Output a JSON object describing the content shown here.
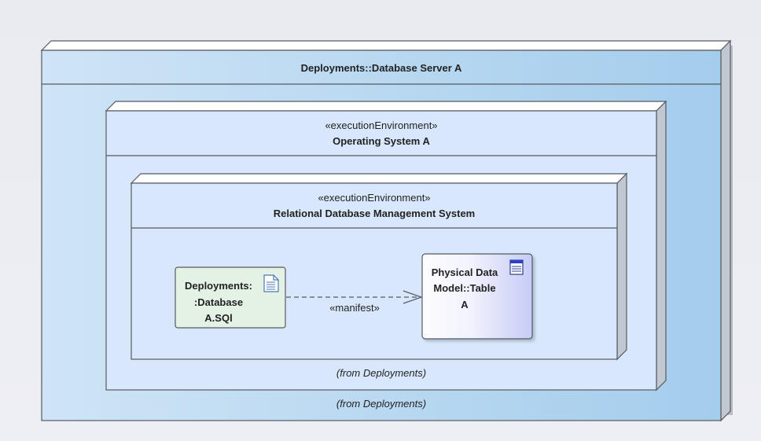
{
  "outer_node": {
    "title": "Deployments::Database Server A",
    "footer": "(from Deployments)"
  },
  "os_node": {
    "stereotype": "«executionEnvironment»",
    "title": "Operating System A",
    "footer": "(from Deployments)"
  },
  "rdbms_node": {
    "stereotype": "«executionEnvironment»",
    "title": "Relational Database Management System"
  },
  "artifact": {
    "line1": "Deployments:",
    "line2": ":Database",
    "line3": "A.SQl",
    "icon": "document-icon"
  },
  "table_element": {
    "line1": "Physical Data",
    "line2": "Model::Table",
    "line3": "A",
    "icon": "table-icon"
  },
  "dependency": {
    "label": "«manifest»"
  },
  "colors": {
    "outer_fill_left": "#cde3f5",
    "outer_fill_right": "#a3cdec",
    "inner_fill": "#d8e7fb",
    "artifact_fill": "#e3f2e5",
    "table_fill_left": "#ffffff",
    "table_fill_right": "#c9cff8",
    "line": "#555a61"
  }
}
